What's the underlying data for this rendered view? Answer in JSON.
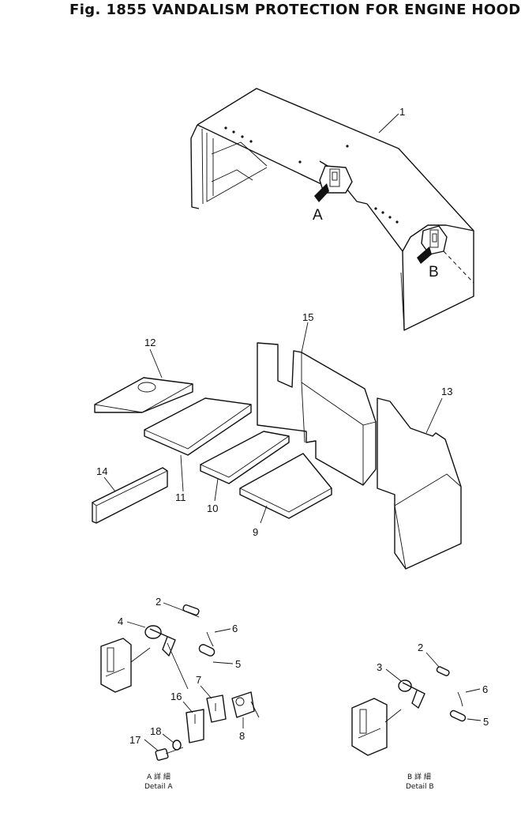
{
  "title": "Fig. 1855 VANDALISM PROTECTION FOR ENGINE HOOD",
  "views": {
    "a": "A",
    "b": "B"
  },
  "callouts": {
    "p1": "1",
    "p2a": "2",
    "p2b": "2",
    "p3": "3",
    "p4": "4",
    "p5a": "5",
    "p5b": "5",
    "p6a": "6",
    "p6b": "6",
    "p7": "7",
    "p8": "8",
    "p9": "9",
    "p10": "10",
    "p11": "11",
    "p12": "12",
    "p13": "13",
    "p14": "14",
    "p15": "15",
    "p16": "16",
    "p17": "17",
    "p18": "18"
  },
  "details": {
    "a_jp": "A 詳 細",
    "a_en": "Detail A",
    "b_jp": "B 詳 細",
    "b_en": "Detail B"
  }
}
